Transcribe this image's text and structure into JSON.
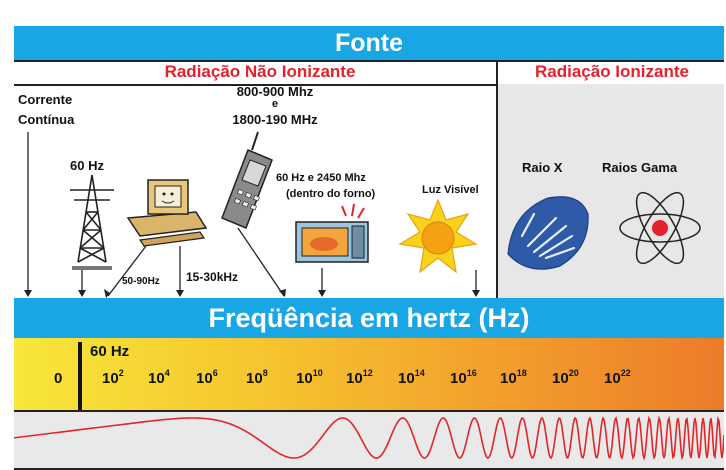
{
  "title": "Fonte",
  "sections": {
    "non_ionizing": "Radiação Não Ionizante",
    "ionizing": "Radiação Ionizante"
  },
  "sources": {
    "dc": [
      "Corrente",
      "Contínua"
    ],
    "powerline": "60 Hz",
    "cellphone": [
      "800-900 Mhz",
      "e",
      "1800-190 MHz"
    ],
    "computer_low": "50-90Hz",
    "computer_high": "15-30kHz",
    "microwave": [
      "60 Hz e 2450 Mhz",
      "(dentro do forno)"
    ],
    "visible_light": "Luz Visível",
    "xray": "Raio X",
    "gamma": "Raios Gama"
  },
  "frequency_title": "Freqüência em hertz (Hz)",
  "scale_marker": "60 Hz",
  "scale_ticks": [
    {
      "base": "0",
      "exp": ""
    },
    {
      "base": "10",
      "exp": "2"
    },
    {
      "base": "10",
      "exp": "4"
    },
    {
      "base": "10",
      "exp": "6"
    },
    {
      "base": "10",
      "exp": "8"
    },
    {
      "base": "10",
      "exp": "10"
    },
    {
      "base": "10",
      "exp": "12"
    },
    {
      "base": "10",
      "exp": "14"
    },
    {
      "base": "10",
      "exp": "16"
    },
    {
      "base": "10",
      "exp": "18"
    },
    {
      "base": "10",
      "exp": "20"
    },
    {
      "base": "10",
      "exp": "22"
    }
  ],
  "colors": {
    "band": "#19a6e4",
    "accent_red": "#e4212d",
    "wave": "#e0262b"
  }
}
